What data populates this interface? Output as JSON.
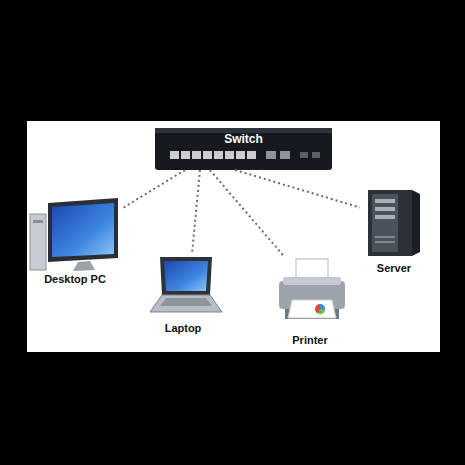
{
  "diagram": {
    "nodes": [
      {
        "text": [
          "Switch"
        ]
      },
      {
        "text": [
          "Desktop PC"
        ]
      },
      {
        "text": [
          "Laptop"
        ]
      },
      {
        "text": [
          "Printer"
        ]
      },
      {
        "text": [
          "Server"
        ]
      }
    ],
    "edges": [
      {
        "from": 0,
        "to": 1,
        "arrow": "none"
      },
      {
        "from": 0,
        "to": 2,
        "arrow": "none"
      },
      {
        "from": 0,
        "to": 3,
        "arrow": "none"
      },
      {
        "from": 0,
        "to": 4,
        "arrow": "none"
      }
    ]
  }
}
